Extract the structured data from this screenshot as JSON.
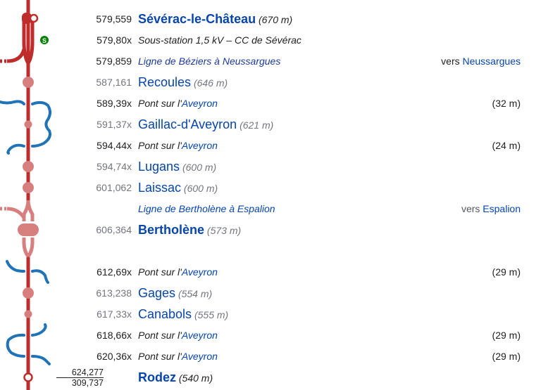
{
  "colors": {
    "track_main": "#be2d2c",
    "track_faded": "#d77f7e",
    "river": "#1f73b6",
    "link": "#0645ad",
    "substation": "#008000"
  },
  "rows": [
    {
      "id": "severac",
      "km": "579,559",
      "name": "Sévérac-le-Château",
      "alt": "(670 m)"
    },
    {
      "id": "substation",
      "km": "579,80x",
      "text": "Sous-station 1,5 kV – CC de Sévérac",
      "icon": "substation-icon"
    },
    {
      "id": "ligne-beziers",
      "km": "579,859",
      "text": "Ligne de Béziers à Neussargues",
      "right_prefix": "vers ",
      "right_link": "Neussargues"
    },
    {
      "id": "recoules",
      "km": "587,161",
      "name": "Recoules",
      "alt": "(646 m)"
    },
    {
      "id": "pont1",
      "km": "589,39x",
      "text_prefix": "Pont sur l'",
      "text_link": "Aveyron",
      "right": "(32 m)"
    },
    {
      "id": "gaillac",
      "km": "591,37x",
      "name": "Gaillac-d'Aveyron",
      "alt": "(621 m)"
    },
    {
      "id": "pont2",
      "km": "594,44x",
      "text_prefix": "Pont sur l'",
      "text_link": "Aveyron",
      "right": "(24 m)"
    },
    {
      "id": "lugans",
      "km": "594,74x",
      "name": "Lugans",
      "alt": "(600 m)"
    },
    {
      "id": "laissac",
      "km": "601,062",
      "name": "Laissac",
      "alt": "(600 m)"
    },
    {
      "id": "ligne-bertholene",
      "text": "Ligne de Bertholène à Espalion",
      "right_prefix": "vers ",
      "right_link": "Espalion"
    },
    {
      "id": "bertholene",
      "km": "606,364",
      "name": "Bertholène",
      "alt": "(573 m)"
    },
    {
      "id": "pont3",
      "km": "612,69x",
      "text_prefix": "Pont sur l'",
      "text_link": "Aveyron",
      "right": "(29 m)"
    },
    {
      "id": "gages",
      "km": "613,238",
      "name": "Gages",
      "alt": "(554 m)"
    },
    {
      "id": "canabols",
      "km": "617,33x",
      "name": "Canabols",
      "alt": "(555 m)"
    },
    {
      "id": "pont4",
      "km": "618,66x",
      "text_prefix": "Pont sur l'",
      "text_link": "Aveyron",
      "right": "(29 m)"
    },
    {
      "id": "pont5",
      "km": "620,36x",
      "text_prefix": "Pont sur l'",
      "text_link": "Aveyron",
      "right": "(29 m)"
    },
    {
      "id": "rodez",
      "km_top": "624,277",
      "km_bottom": "309,737",
      "name": "Rodez",
      "alt": "(540 m)"
    }
  ],
  "icons": {
    "substation": "S"
  }
}
